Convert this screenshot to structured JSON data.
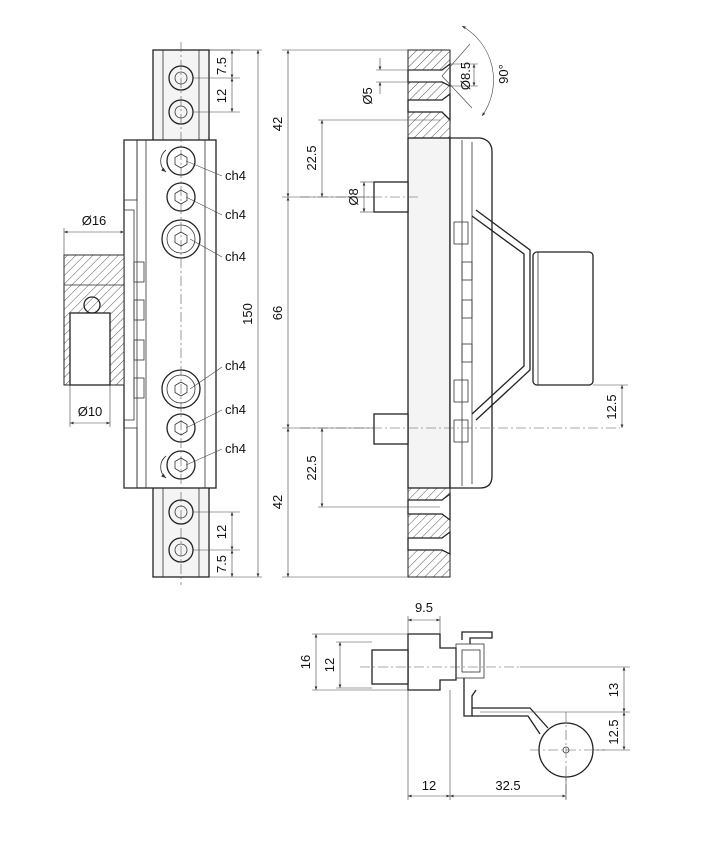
{
  "front_view": {
    "dims_right": [
      "7.5",
      "12",
      "12",
      "7.5"
    ],
    "callouts": [
      "ch4",
      "ch4",
      "ch4",
      "ch4",
      "ch4",
      "ch4"
    ],
    "dia_top": "Ø16",
    "dia_bottom": "Ø10",
    "total_height": "150"
  },
  "side_view": {
    "dims_left": [
      "42",
      "66",
      "42"
    ],
    "dims_inner": [
      "22.5",
      "22.5"
    ],
    "dia_pin": "Ø8",
    "dia_hole": "Ø5",
    "dia_countersink": "Ø8.5",
    "angle": "90°",
    "offset_right": "12.5"
  },
  "bottom_view": {
    "top_dim": "9.5",
    "left_dims": [
      "16",
      "12"
    ],
    "right_dims": [
      "13",
      "12.5"
    ],
    "bottom_dims": [
      "12",
      "32.5"
    ]
  }
}
